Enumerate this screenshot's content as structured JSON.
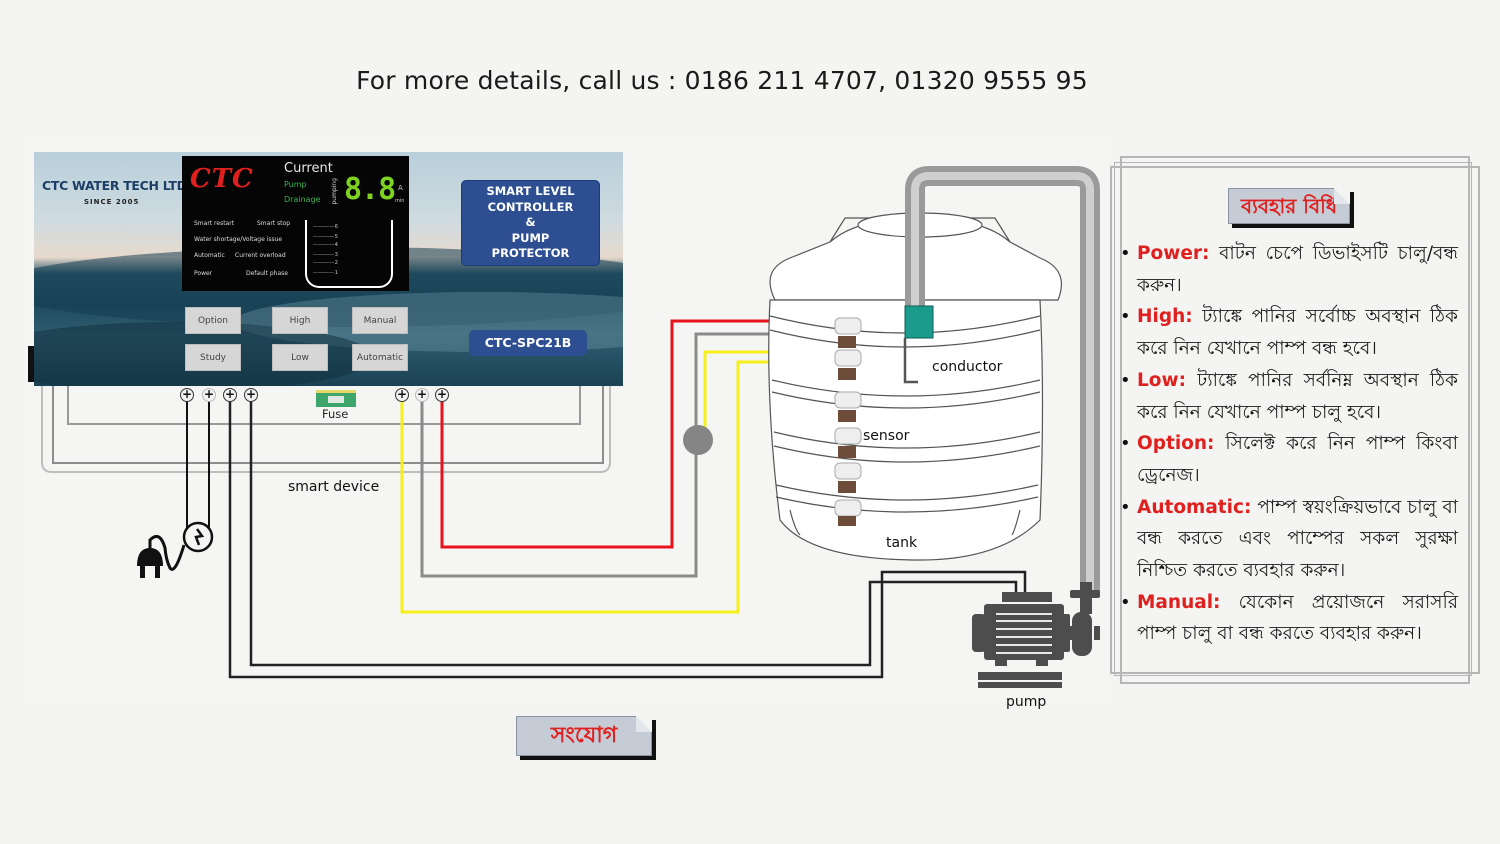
{
  "contact": {
    "text": "For more details, call us : 0186 211 4707, 01320 9555 95"
  },
  "device": {
    "brand_name": "CTC WATER TECH LTD.",
    "brand_since": "SINCE 2005",
    "lcd": {
      "logo": "CTC",
      "current_label": "Current",
      "pump_label": "Pump",
      "drainage_label": "Drainage",
      "pumping_label": "pumping",
      "digits": "8.8",
      "unit_amp": "A",
      "unit_min": "min",
      "status_labels": [
        [
          "Smart restart",
          "Smart stop"
        ],
        [
          "Water shortage/Voltage issue",
          ""
        ],
        [
          "Automatic",
          "Current overload"
        ],
        [
          "Power",
          "Default phase"
        ]
      ],
      "levels": [
        "6",
        "5",
        "4",
        "3",
        "2",
        "1"
      ]
    },
    "product_badge": [
      "SMART LEVEL",
      "CONTROLLER",
      "&",
      "PUMP",
      "PROTECTOR"
    ],
    "model": "CTC-SPC21B",
    "buttons": [
      "Option",
      "High",
      "Manual",
      "Study",
      "Low",
      "Automatic"
    ],
    "fuse_label": "Fuse",
    "label": "smart device"
  },
  "diagram_labels": {
    "conductor": "conductor",
    "sensor": "sensor",
    "tank": "tank",
    "pump": "pump"
  },
  "wire_colors": {
    "red": "#e8141b",
    "yellow": "#f5ef1c",
    "gray": "#8a8a8a",
    "black": "#222222"
  },
  "connection_note": "সংযোগ",
  "instructions": {
    "title": "ব্যবহার বিধি",
    "items": [
      {
        "key": "Power:",
        "text": "বাটন চেপে ডিভাইসটি চালু/বন্ধ করুন।"
      },
      {
        "key": "High:",
        "text": "ট্যাঙ্কে পানির সর্বোচ্চ অবস্থান ঠিক করে নিন যেখানে পাম্প বন্ধ হবে।"
      },
      {
        "key": "Low:",
        "text": "ট্যাঙ্কে পানির সর্বনিম্ন অবস্থান ঠিক করে নিন যেখানে পাম্প চালু হবে।"
      },
      {
        "key": "Option:",
        "text": "সিলেক্ট করে নিন পাম্প কিংবা ড্রেনেজ।"
      },
      {
        "key": "Automatic:",
        "text": "পাম্প স্বয়ংক্রিয়ভাবে চালু বা বন্ধ  করতে এবং পাম্পের সকল সুরক্ষা নিশ্চিত করতে ব্যবহার করুন।"
      },
      {
        "key": "Manual:",
        "text": "যেকোন প্রয়োজনে সরাসরি পাম্প চালু বা বন্ধ করতে ব্যবহার করুন।"
      }
    ]
  }
}
